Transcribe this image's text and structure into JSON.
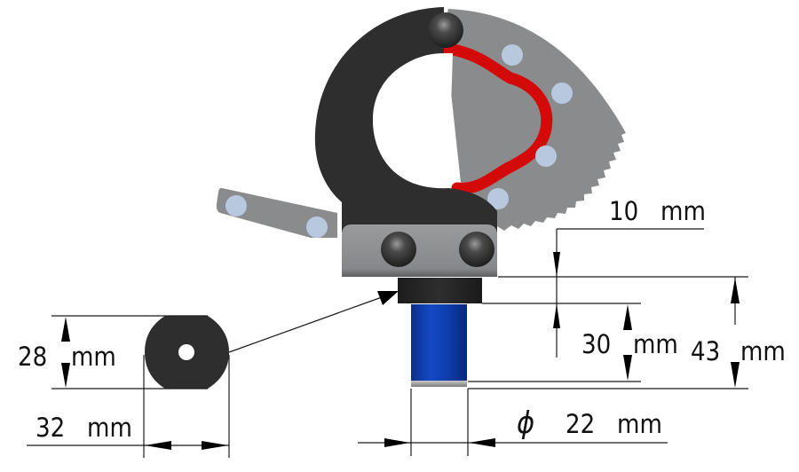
{
  "diagram": {
    "type": "technical-drawing",
    "subject": "cable cutter head with adapter",
    "colors": {
      "background": "#ffffff",
      "body_dark": "#2e2e2e",
      "blade_gray": "#8a8b8c",
      "plate_gray": "#8c8d8f",
      "red_jaw": "#d40a0a",
      "rivet_light": "#b8c8de",
      "bolt_dark": "#3a3a3a",
      "blue_pin": "#0d3fb0",
      "nut_black": "#262626",
      "dimension_line": "#1a1a1a"
    },
    "dimensions": {
      "gap": {
        "value": "10",
        "unit": "mm",
        "label": "10   mm"
      },
      "pin_length": {
        "value": "30",
        "unit": "mm",
        "label": "30",
        "unit_label": "mm"
      },
      "total_height": {
        "value": "43",
        "unit": "mm",
        "label": "43",
        "unit_label": "mm"
      },
      "pin_diameter": {
        "symbol": "ϕ",
        "value": "22",
        "unit": "mm",
        "label": "22   mm"
      },
      "washer_height": {
        "value": "28",
        "unit": "mm",
        "label": "28",
        "unit_label": "mm"
      },
      "washer_width": {
        "value": "32",
        "unit": "mm",
        "label": "32   mm"
      }
    },
    "parts": [
      {
        "name": "cutter-body",
        "description": "dark C-shaped jaw"
      },
      {
        "name": "toothed-blade",
        "description": "gray serrated blade with red cutting edge"
      },
      {
        "name": "lever-arm",
        "description": "gray flat lever with two rivets"
      },
      {
        "name": "mounting-plate",
        "description": "gray plate with two dome bolts"
      },
      {
        "name": "hex-nut",
        "description": "black adapter nut"
      },
      {
        "name": "blue-pin",
        "description": "blue cylindrical pin"
      },
      {
        "name": "washer-detail",
        "description": "black washer shown in detail view with leader arrow"
      }
    ]
  }
}
